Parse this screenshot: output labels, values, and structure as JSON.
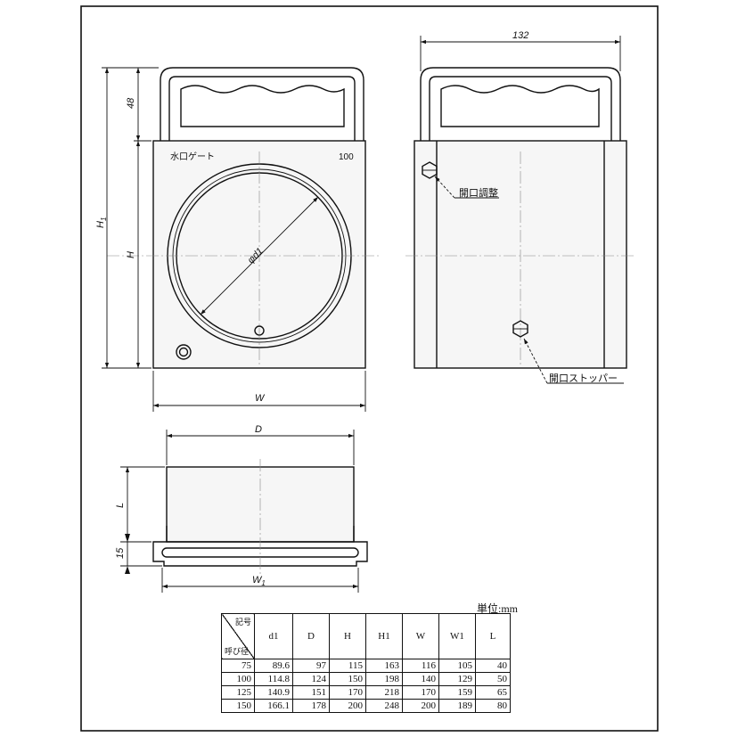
{
  "front_view": {
    "plate_name": "水口ゲート",
    "plate_size": "100",
    "dim_48": "48",
    "dim_H1": "H",
    "dim_H1_sub": "1",
    "dim_H": "H",
    "dim_W": "W",
    "dim_d1": "φd1"
  },
  "side_view": {
    "dim_132": "132",
    "label_opening_adjust": "開口調整",
    "label_opening_stopper": "開口ストッパー"
  },
  "bottom_view": {
    "dim_D": "D",
    "dim_L": "L",
    "dim_15": "15",
    "dim_W1": "W",
    "dim_W1_sub": "1"
  },
  "table": {
    "unit": "単位:mm",
    "corner_top": "記号",
    "corner_bottom": "呼び径",
    "headers": [
      "d1",
      "D",
      "H",
      "H1",
      "W",
      "W1",
      "L"
    ],
    "rows": [
      [
        "75",
        "89.6",
        "97",
        "115",
        "163",
        "116",
        "105",
        "40"
      ],
      [
        "100",
        "114.8",
        "124",
        "150",
        "198",
        "140",
        "129",
        "50"
      ],
      [
        "125",
        "140.9",
        "151",
        "170",
        "218",
        "170",
        "159",
        "65"
      ],
      [
        "150",
        "166.1",
        "178",
        "200",
        "248",
        "200",
        "189",
        "80"
      ]
    ]
  }
}
